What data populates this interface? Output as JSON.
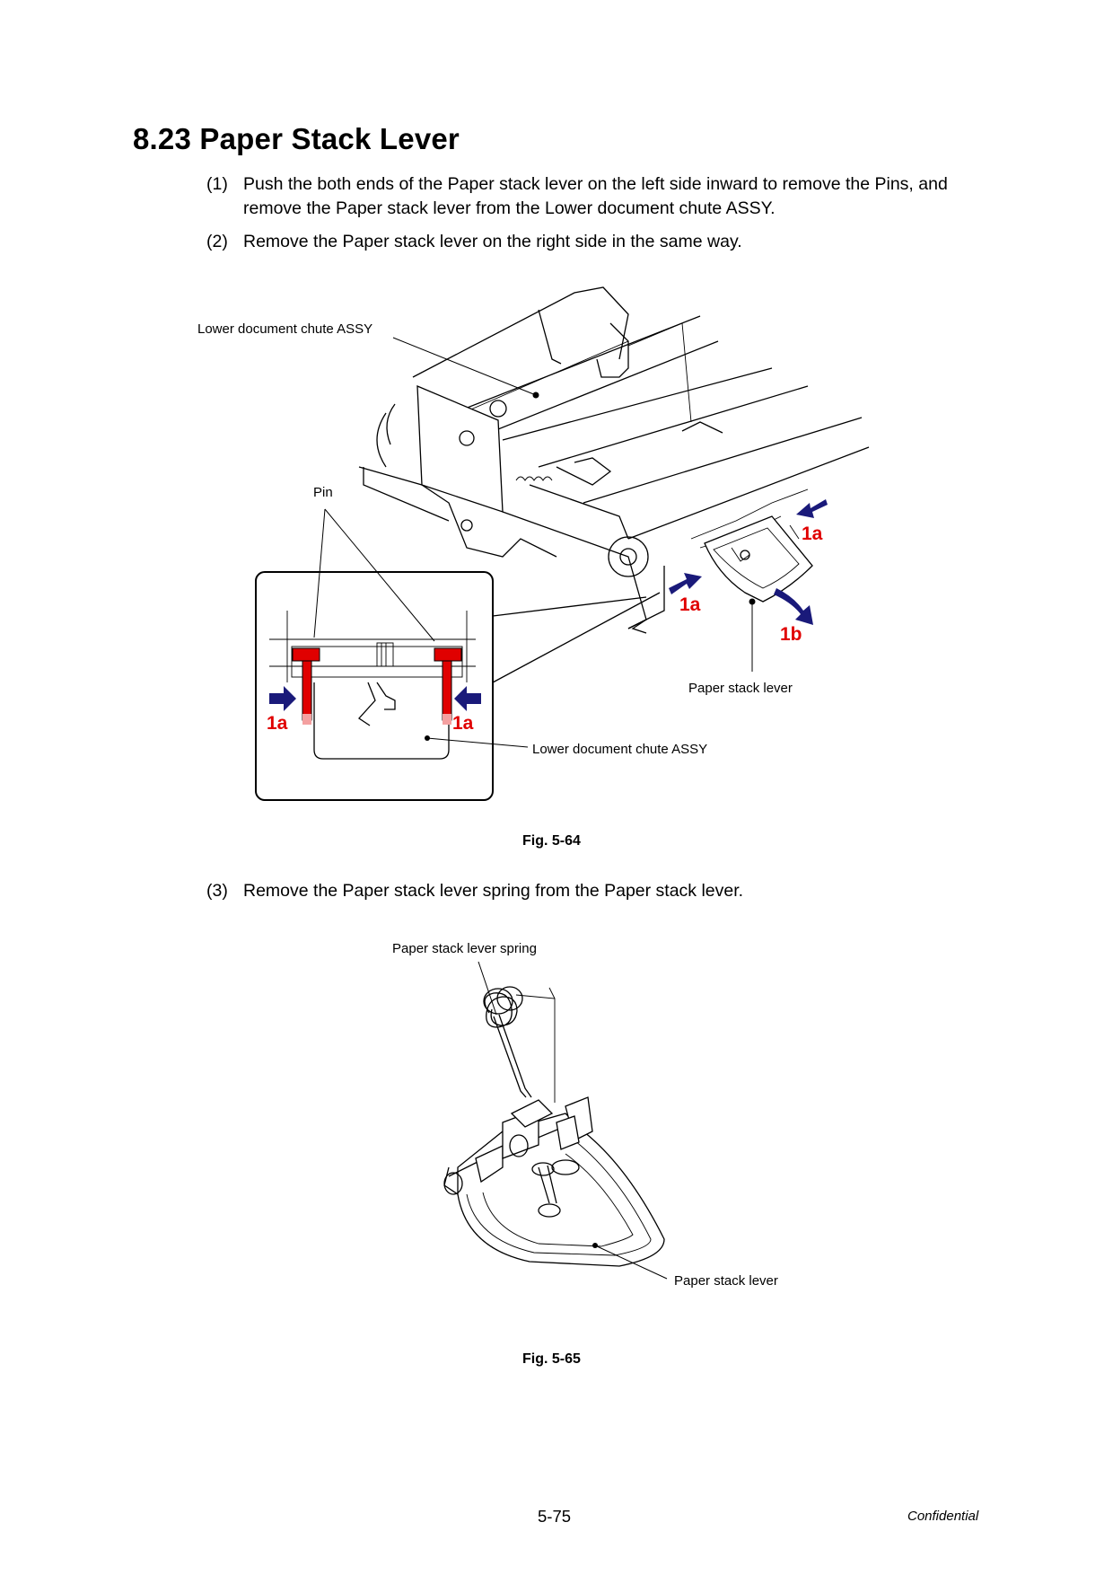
{
  "heading": "8.23  Paper Stack Lever",
  "steps": [
    {
      "num": "(1)",
      "text": "Push the both ends of the Paper stack lever on the left side inward to remove the Pins, and remove the Paper stack lever from the Lower document chute ASSY."
    },
    {
      "num": "(2)",
      "text": "Remove the Paper stack lever on the right side in the same way."
    },
    {
      "num": "(3)",
      "text": "Remove the Paper stack lever spring from the Paper stack lever."
    }
  ],
  "fig1": {
    "caption": "Fig. 5-64",
    "labels": {
      "chute_top": "Lower document chute ASSY",
      "pin": "Pin",
      "lever": "Paper stack lever",
      "chute_bottom": "Lower document chute ASSY"
    },
    "callouts": {
      "c1": "1a",
      "c2": "1a",
      "c3": "1b",
      "c4": "1a",
      "c5": "1a"
    },
    "colors": {
      "arrow": "#1a1a7a",
      "pin": "#e00000"
    }
  },
  "fig2": {
    "caption": "Fig. 5-65",
    "labels": {
      "spring": "Paper stack lever spring",
      "lever": "Paper stack lever"
    }
  },
  "footer": {
    "page": "5-75",
    "confidential": "Confidential"
  }
}
